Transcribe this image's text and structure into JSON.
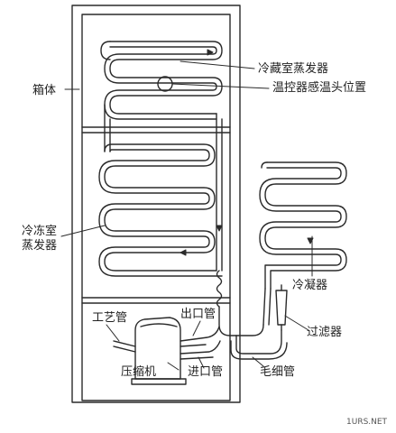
{
  "labels": {
    "cabinet": "箱体",
    "fridge_evaporator": "冷藏室蒸发器",
    "thermostat_sensor": "温控器感温头位置",
    "freezer_evaporator_line1": "冷冻室",
    "freezer_evaporator_line2": "蒸发器",
    "condenser": "冷凝器",
    "filter": "过滤器",
    "capillary": "毛细管",
    "process_tube": "工艺管",
    "outlet_pipe": "出口管",
    "compressor": "压缩机",
    "inlet_pipe": "进口管"
  },
  "watermark": "1URS.NET",
  "colors": {
    "line": "#2a2a2a",
    "background": "#ffffff"
  }
}
